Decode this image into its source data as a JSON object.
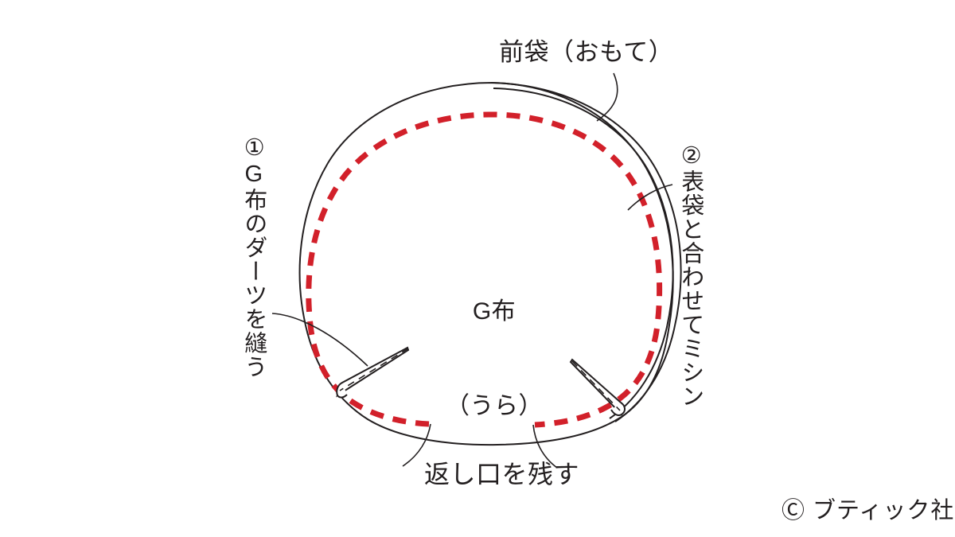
{
  "figure": {
    "title_top": "前袋（おもて）",
    "center": {
      "line1": "G布",
      "line2": "（うら）"
    },
    "bottom_note": "返し口を残す",
    "step1": "①G布のダーツを縫う",
    "step2": "②表袋と合わせてミシン",
    "copyright": "Ⓒ ブティック社"
  },
  "colors": {
    "background": "#ffffff",
    "outline": "#231f20",
    "stitch_red": "#d2202a",
    "text": "#231f20"
  },
  "icons": {
    "copyright": "Ⓒ"
  },
  "elements": {
    "bag_outline_name": "bag-body-outline",
    "stitch_line_name": "red-stitch-line",
    "dart_left_name": "dart-left",
    "dart_right_name": "dart-right",
    "opening_gap_name": "turning-opening-gap"
  }
}
